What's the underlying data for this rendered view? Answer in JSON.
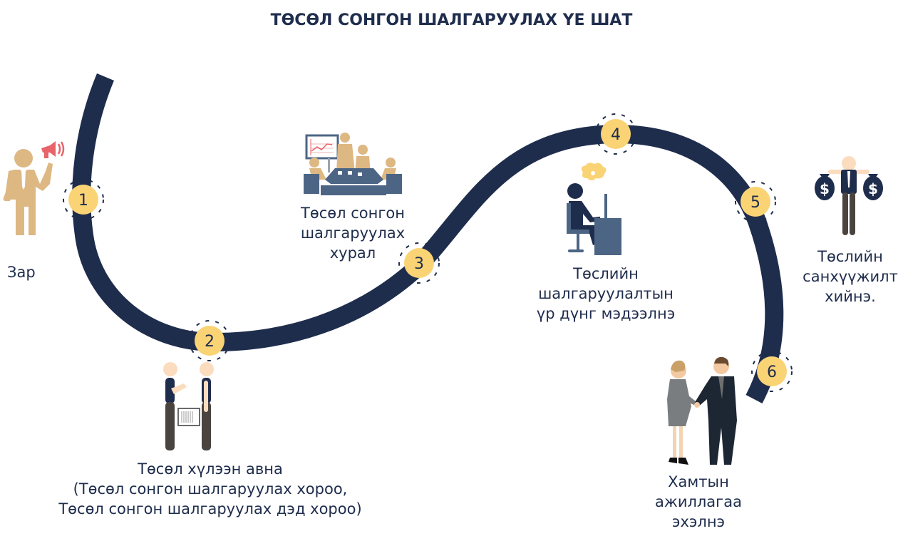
{
  "title": "ТӨСӨЛ СОНГОН ШАЛГАРУУЛАХ ҮЕ ШАТ",
  "colors": {
    "path": "#1f2d4d",
    "marker_fill": "#fad375",
    "marker_dash": "#1f2d4d",
    "person_tan": "#ddb883",
    "slate_blue": "#4d6585",
    "megaphone": "#e8636a",
    "skin": "#fbdcbe",
    "dark_pants": "#4a4440"
  },
  "steps": [
    {
      "number": "1",
      "icon": "megaphone-person-icon",
      "lines": [
        "Зар"
      ]
    },
    {
      "number": "2",
      "icon": "document-handover-icon",
      "lines": [
        "Төсөл хүлээн авна",
        "(Төсөл сонгон шалгаруулах хороо,",
        "Төсөл сонгон шалгаруулах дэд хороо)"
      ]
    },
    {
      "number": "3",
      "icon": "meeting-icon",
      "lines": [
        "Төсөл сонгон",
        "шалгаруулах",
        "хурал"
      ]
    },
    {
      "number": "4",
      "icon": "computer-worker-icon",
      "lines": [
        "Төслийн",
        "шалгаруулалтын",
        "үр дүнг мэдээлнэ"
      ]
    },
    {
      "number": "5",
      "icon": "money-bags-person-icon",
      "lines": [
        "Төслийн",
        "санхүүжилт",
        "хийнэ."
      ]
    },
    {
      "number": "6",
      "icon": "handshake-icon",
      "lines": [
        "Хамтын",
        "ажиллагаа",
        "эхэлнэ"
      ]
    }
  ]
}
